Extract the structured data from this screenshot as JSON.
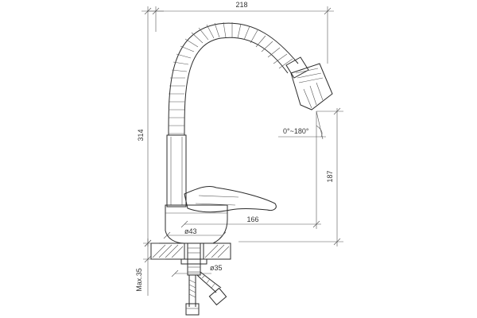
{
  "diagram": {
    "dimensions": {
      "overall_width": "218",
      "overall_height": "314",
      "spout_height": "187",
      "reach": "166",
      "base_diameter": "ø43",
      "shank_diameter": "ø35",
      "max_counter_thickness": "Max.35",
      "aerator_angle": "0°~180°"
    }
  }
}
